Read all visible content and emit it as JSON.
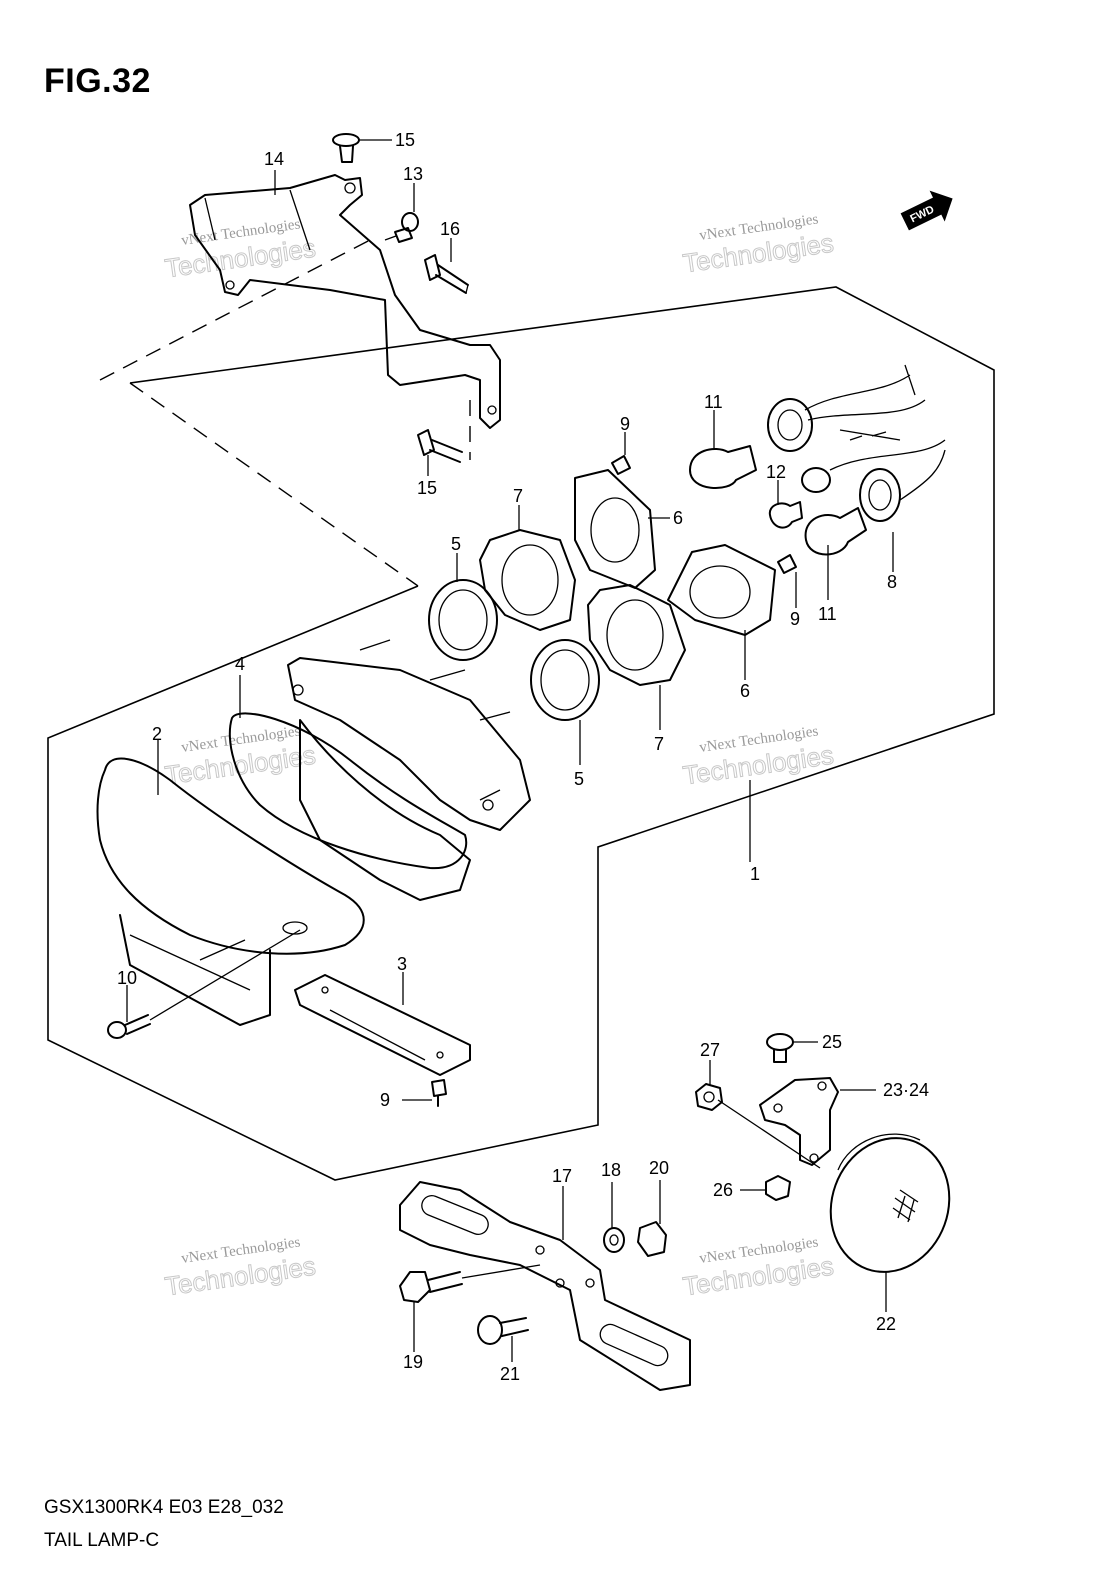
{
  "figure": {
    "title": "FIG.32",
    "model_code": "GSX1300RK4 E03 E28_032",
    "section_name": "TAIL LAMP-C"
  },
  "direction_badge": {
    "label": "FWD",
    "icon": "fwd-arrow-icon"
  },
  "watermarks": [
    {
      "line1": "vNext Technologies",
      "line2": "Technologies"
    },
    {
      "line1": "vNext Technologies",
      "line2": "Technologies"
    },
    {
      "line1": "vNext Technologies",
      "line2": "Technologies"
    },
    {
      "line1": "vNext Technologies",
      "line2": "Technologies"
    },
    {
      "line1": "vNext Technologies",
      "line2": "Technologies"
    },
    {
      "line1": "vNext Technologies",
      "line2": "Technologies"
    }
  ],
  "callouts": [
    "1",
    "2",
    "3",
    "4",
    "5",
    "5",
    "6",
    "6",
    "7",
    "7",
    "8",
    "9",
    "9",
    "9",
    "10",
    "11",
    "11",
    "12",
    "13",
    "14",
    "15",
    "15",
    "16",
    "17",
    "18",
    "19",
    "20",
    "21",
    "22",
    "23·24",
    "25",
    "26",
    "27"
  ]
}
